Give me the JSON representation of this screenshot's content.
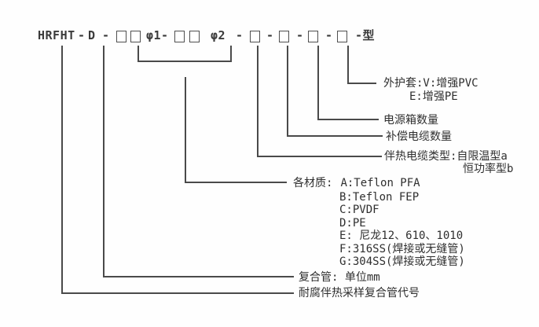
{
  "colors": {
    "ink": "#2f2f2f",
    "line": "#4a4a4a"
  },
  "code_row": {
    "prefix": "HRFHT",
    "dash": "-",
    "series": "D",
    "phi1": "φ1-",
    "phi2": "φ2",
    "suffix": "-型"
  },
  "labels": {
    "outer_jacket_line1": "外护套:V:增强PVC",
    "outer_jacket_line2": "E:增强PE",
    "power_box_count": "电源箱数量",
    "compensation_cable_count": "补偿电缆数量",
    "heating_cable_line1": "伴热电缆类型:自限温型a",
    "heating_cable_line2": "恒功率型b",
    "materials_title": "各材质:",
    "materials_items": [
      "A:Teflon PFA",
      "B:Teflon FEP",
      "C:PVDF",
      "D:PE",
      "E: 尼龙12、610、1010",
      "F:316SS(焊接或无缝管)",
      "G:304SS(焊接或无缝管)"
    ],
    "composite_pipe": "复合管: 单位mm",
    "product_code_name": "耐腐伴热采样复合管代号"
  }
}
